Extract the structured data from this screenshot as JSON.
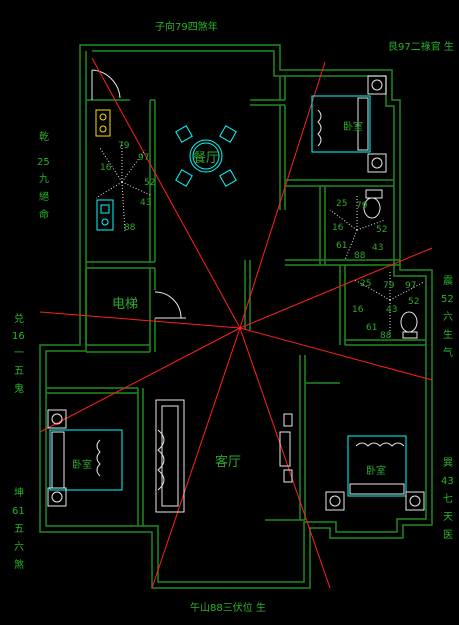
{
  "annotations": {
    "top": "子向79四煞年",
    "top_right": "艮97二祿官 生",
    "left_upper": [
      "乾",
      "25",
      "九",
      "絕",
      "命"
    ],
    "left_middle": [
      "兑",
      "16",
      "一",
      "五",
      "鬼"
    ],
    "left_lower": [
      "坤",
      "61",
      "五",
      "六",
      "煞"
    ],
    "right_upper": [
      "震",
      "52",
      "六",
      "生",
      "气"
    ],
    "right_lower": [
      "巽",
      "43",
      "七",
      "天",
      "医"
    ],
    "bottom": "午山88三伏位 生"
  },
  "rooms": {
    "dining": "餐厅",
    "bedroom_ne": "卧室",
    "elevator": "电梯",
    "living": "客厅",
    "bedroom_sw": "卧室",
    "bedroom_se": "卧室"
  },
  "compass_kitchen": {
    "n1": "79",
    "n2": "97",
    "n3": "52",
    "n4": "43",
    "n5": "16",
    "n6": "88"
  },
  "compass_bath1": {
    "n1": "25",
    "n2": "79",
    "n3": "52",
    "n4": "43",
    "n5": "16",
    "n6": "61",
    "n7": "88"
  },
  "compass_bath2": {
    "n1": "25",
    "n2": "79",
    "n3": "97",
    "n4": "52",
    "n5": "43",
    "n6": "16",
    "n7": "61",
    "n8": "88"
  },
  "colors": {
    "walls": "#1f8a1f",
    "furniture": "#00ffff",
    "sector_lines": "#ff2020",
    "text": "#28b428"
  }
}
